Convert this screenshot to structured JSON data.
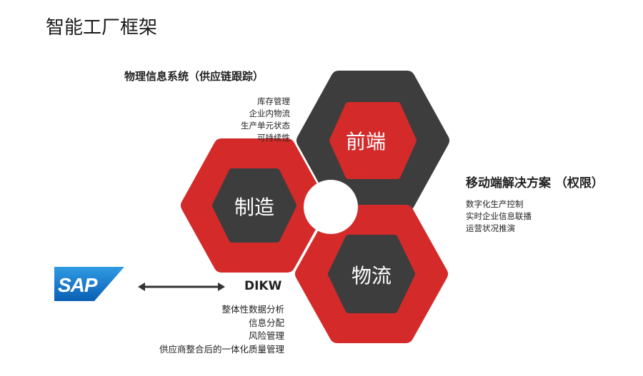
{
  "title": "智能工厂框架",
  "hexagons": [
    {
      "label": "前端"
    },
    {
      "label": "制造"
    },
    {
      "label": "物流"
    }
  ],
  "physical": {
    "heading": "物理信息系统（供应链跟踪）",
    "items": [
      "库存管理",
      "企业内物流",
      "生产单元状态",
      "可持续性"
    ]
  },
  "mobile": {
    "heading": "移动端解决方案 （权限）",
    "items": [
      "数字化生产控制",
      "实时企业信息联播",
      "运营状况推演"
    ]
  },
  "dikw": {
    "heading": "DIKW",
    "items": [
      "整体性数据分析",
      "信息分配",
      "风险管理",
      "供应商整合后的一体化质量管理"
    ]
  },
  "logo": {
    "text": "SAP"
  },
  "colors": {
    "red": "#d42a2a",
    "dark": "#3d3d3d",
    "white": "#ffffff"
  }
}
